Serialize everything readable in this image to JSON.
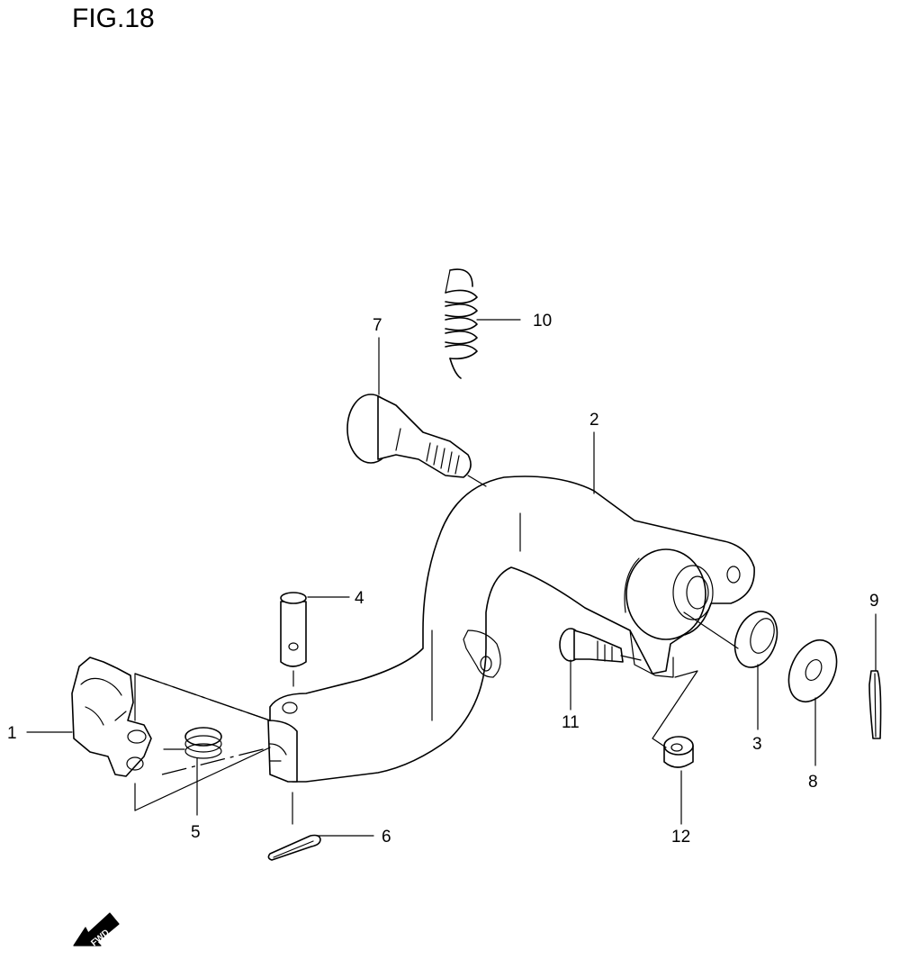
{
  "figure": {
    "title": "FIG.18",
    "fwd_label": "FWD"
  },
  "callouts": [
    {
      "id": "1",
      "label": "1"
    },
    {
      "id": "2",
      "label": "2"
    },
    {
      "id": "3",
      "label": "3"
    },
    {
      "id": "4",
      "label": "4"
    },
    {
      "id": "5",
      "label": "5"
    },
    {
      "id": "6",
      "label": "6"
    },
    {
      "id": "7",
      "label": "7"
    },
    {
      "id": "8",
      "label": "8"
    },
    {
      "id": "9",
      "label": "9"
    },
    {
      "id": "10",
      "label": "10"
    },
    {
      "id": "11",
      "label": "11"
    },
    {
      "id": "12",
      "label": "12"
    }
  ]
}
